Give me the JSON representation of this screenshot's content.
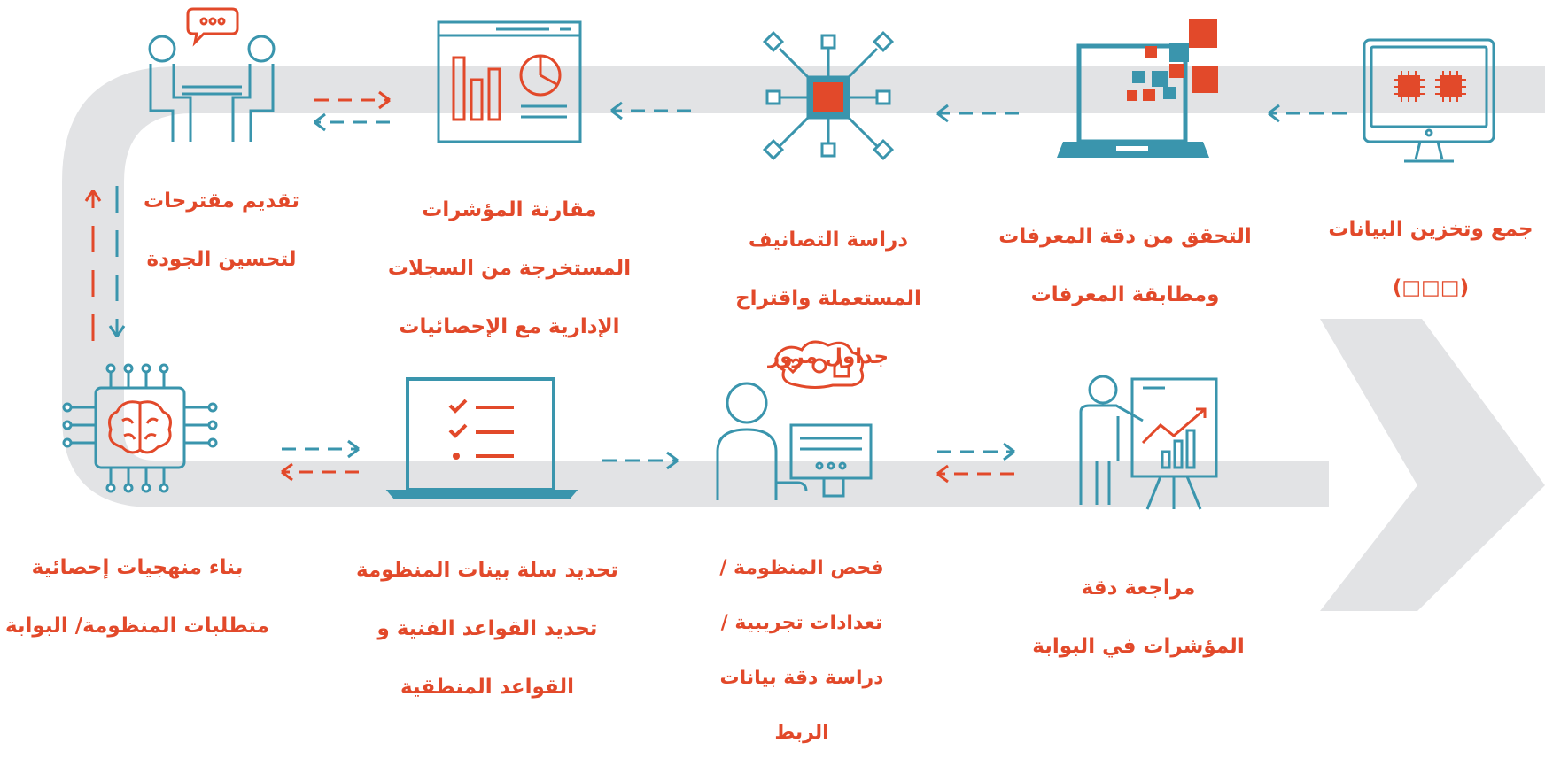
{
  "colors": {
    "teal": "#3a95ad",
    "orange": "#e2492a",
    "band": "#e2e3e5"
  },
  "steps": {
    "s1": {
      "line1": "جمع وتخزين البيانات",
      "line2": "(□□□)"
    },
    "s2": {
      "line1": "التحقق من دقة المعرفات",
      "line2": "ومطابقة المعرفات"
    },
    "s3": {
      "line1": "دراسة التصانيف",
      "line2": "المستعملة واقتراح",
      "line3": "جداول مرور"
    },
    "s4": {
      "line1": "مقارنة المؤشرات",
      "line2": "المستخرجة من السجلات",
      "line3": "الإدارية مع الإحصائيات"
    },
    "s5": {
      "line1": "تقديم مقترحات",
      "line2": "لتحسين الجودة"
    },
    "s6": {
      "line1": "بناء منهجيات إحصائية",
      "line2": "متطلبات المنظومة/ البوابة"
    },
    "s7": {
      "line1": "تحديد سلة بينات المنظومة",
      "line2": "تحديد القواعد الفنية و",
      "line3": "القواعد المنطقية"
    },
    "s8": {
      "line1": "فحص المنظومة /",
      "line2": "تعدادات تجريبية /",
      "line3": "دراسة دقة بيانات",
      "line4": "الربط"
    },
    "s9": {
      "line1": "مراجعة دقة",
      "line2": "المؤشرات في البوابة"
    }
  },
  "icons": {
    "s1": "monitor-chips-icon",
    "s2": "laptop-data-icon",
    "s3": "network-hub-icon",
    "s4": "dashboard-chart-icon",
    "s5": "meeting-discussion-icon",
    "s6": "brain-chip-icon",
    "s7": "laptop-checklist-icon",
    "s8": "user-feedback-icon",
    "s9": "presenter-chart-icon"
  }
}
